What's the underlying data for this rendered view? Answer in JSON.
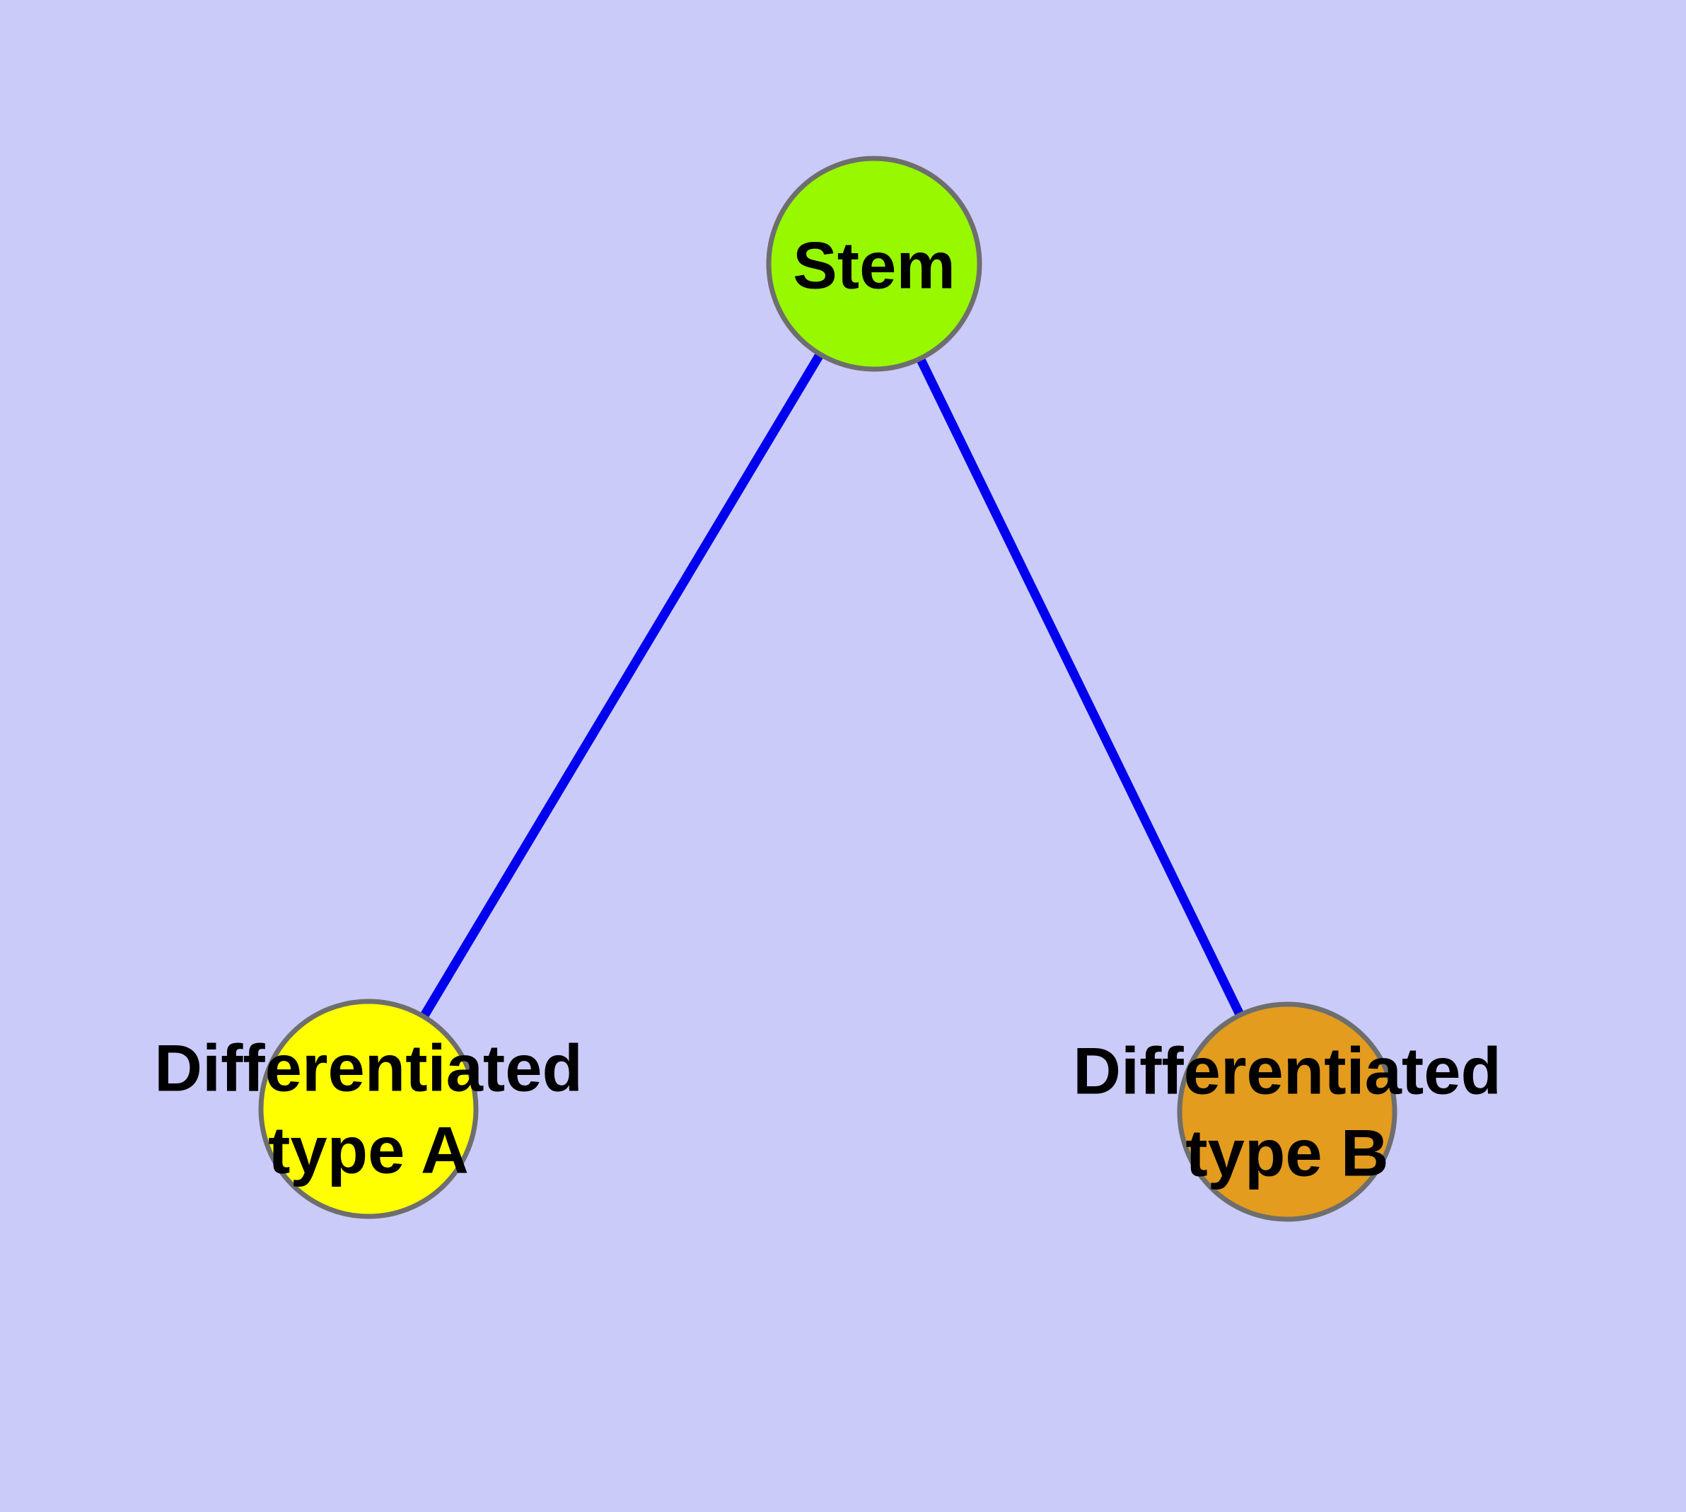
{
  "diagram": {
    "background_color": "#CBCBF9",
    "edge_color": "#0000EE",
    "edge_width": 13,
    "node_border_color": "#6E6E6E",
    "label_color": "#000000",
    "nodes": [
      {
        "id": "stem",
        "label": "Stem",
        "label_lines": [
          "Stem"
        ],
        "fill_color": "#97F800"
      },
      {
        "id": "differentiated-type-a",
        "label": "Differentiated type A",
        "label_lines": [
          "Differentiated",
          "type A"
        ],
        "fill_color": "#FFFF00"
      },
      {
        "id": "differentiated-type-b",
        "label": "Differentiated type B",
        "label_lines": [
          "Differentiated",
          "type B"
        ],
        "fill_color": "#E49C1E"
      }
    ],
    "edges": [
      {
        "from": "Stem",
        "to": "Differentiated type A"
      },
      {
        "from": "Stem",
        "to": "Differentiated type B"
      }
    ]
  }
}
